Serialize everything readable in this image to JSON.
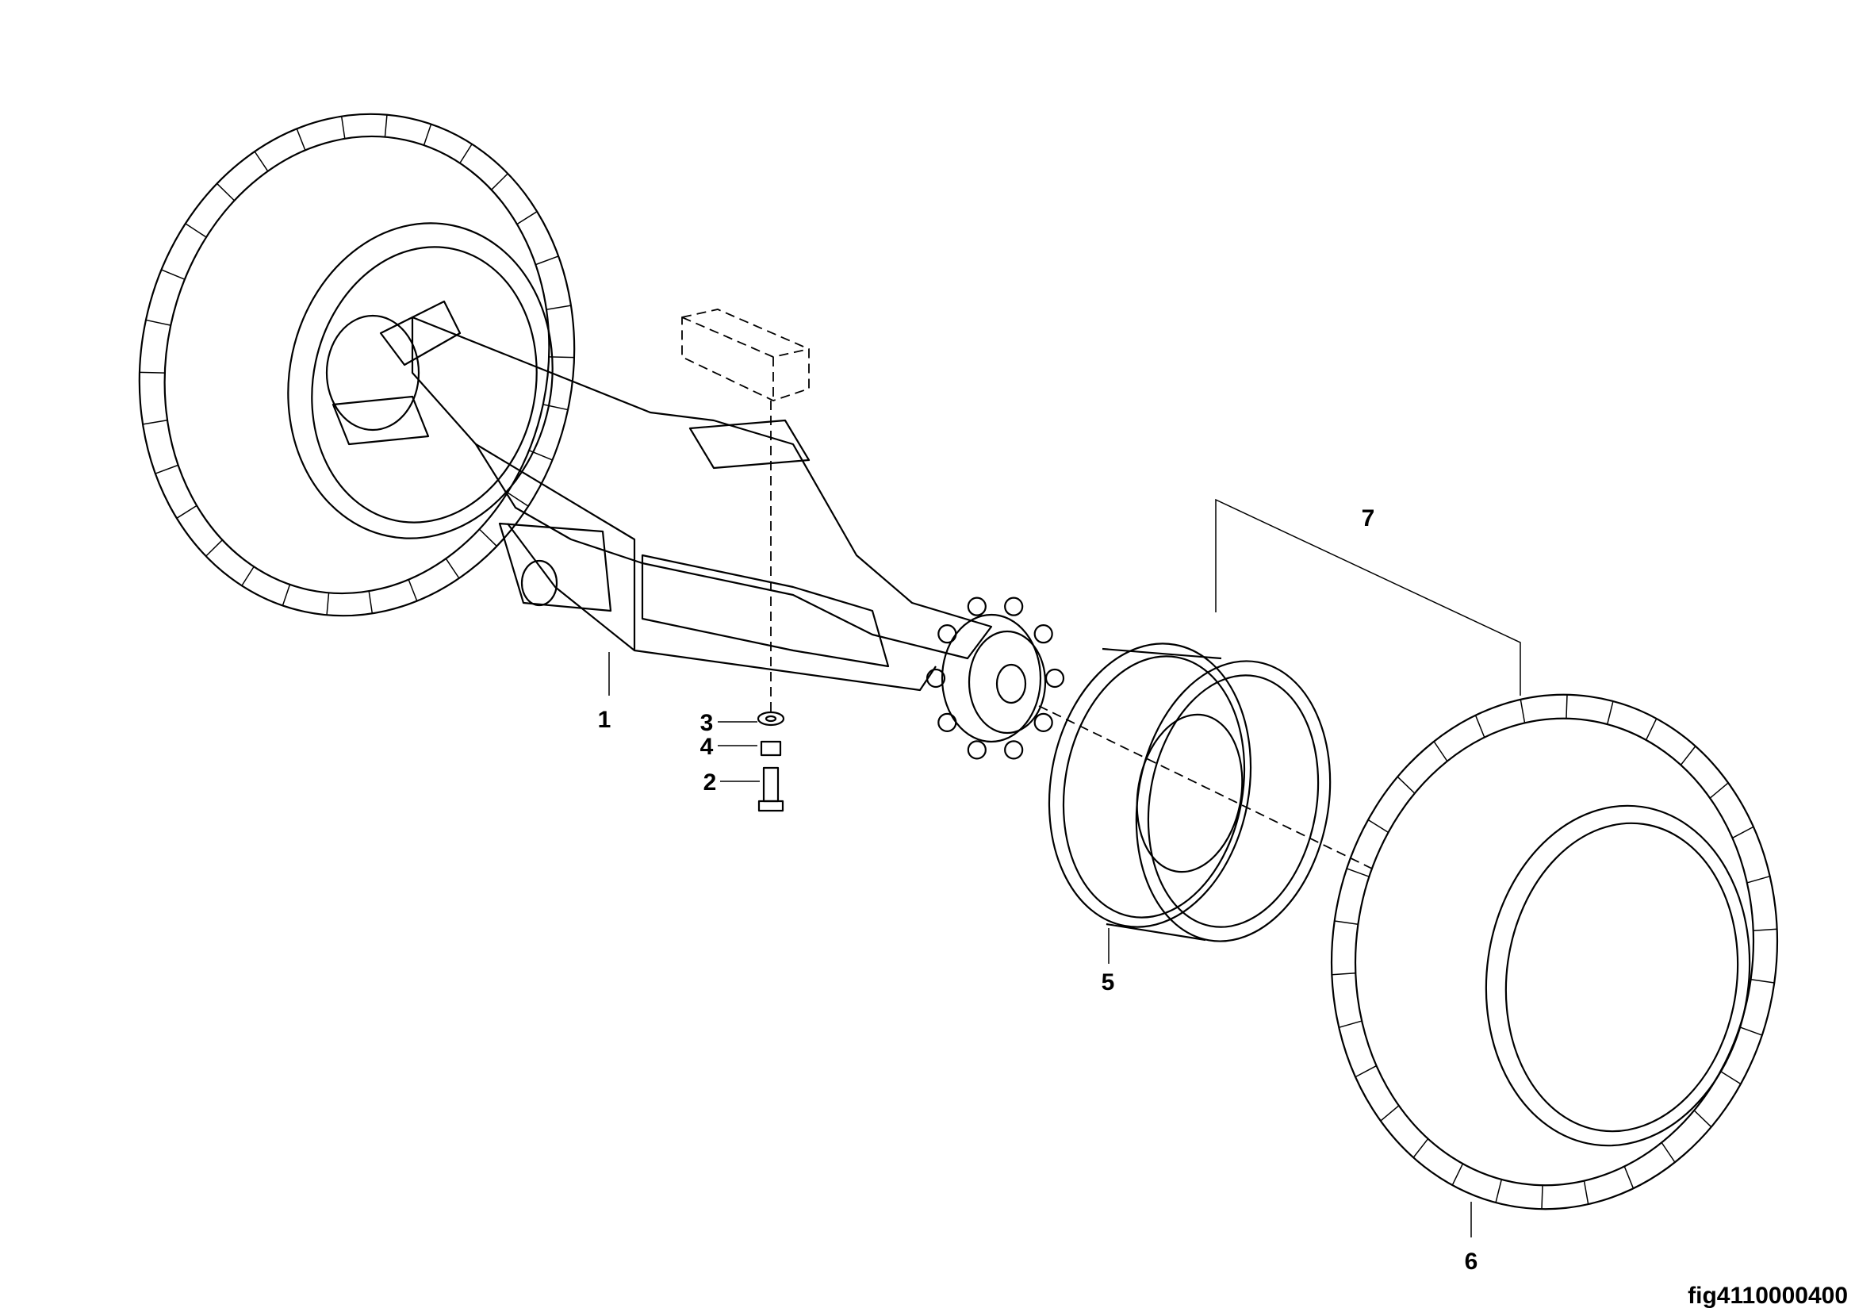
{
  "figure_id": "fig4110000400",
  "callouts": {
    "axle": "1",
    "bolt": "2",
    "washer": "3",
    "nut": "4",
    "rim": "5",
    "tire": "6",
    "wheel_assembly": "7"
  }
}
